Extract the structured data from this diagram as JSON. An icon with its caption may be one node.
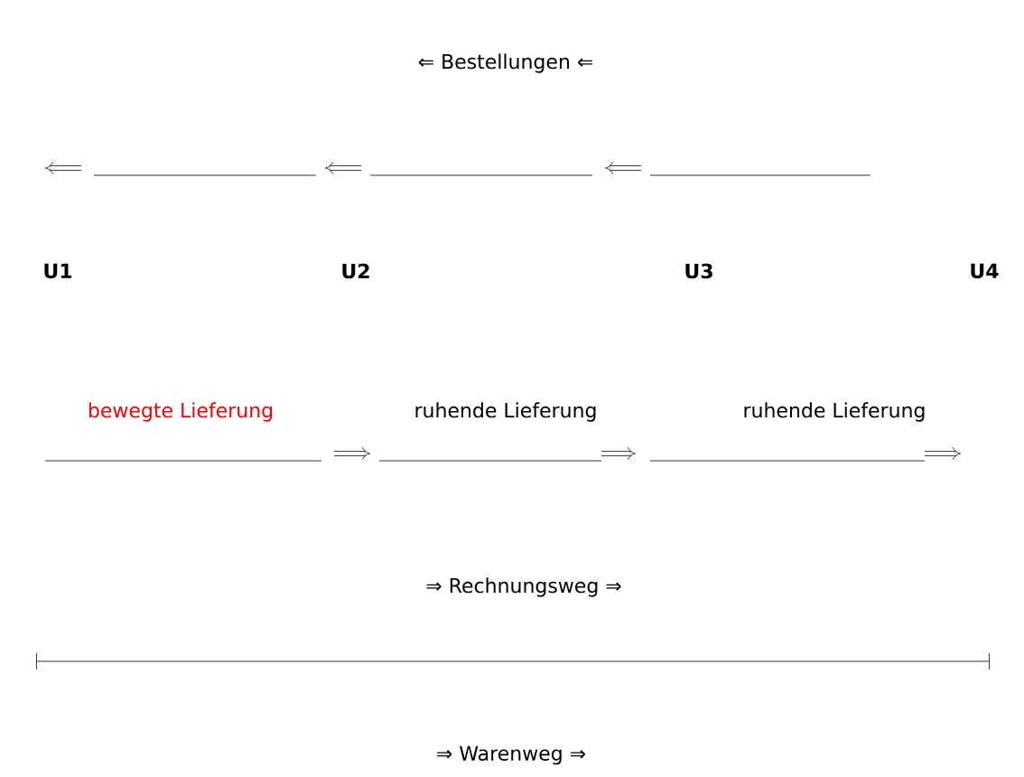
{
  "diagram": {
    "labels": [
      "⇐ Bestellungen ⇐",
      "U1",
      "U2",
      "U3",
      "U4",
      "bewegte Lieferung",
      "ruhende Lieferung",
      "ruhende Lieferung",
      "⇒ Rechnungsweg ⇒",
      "⇒ Warenweg ⇒"
    ]
  }
}
